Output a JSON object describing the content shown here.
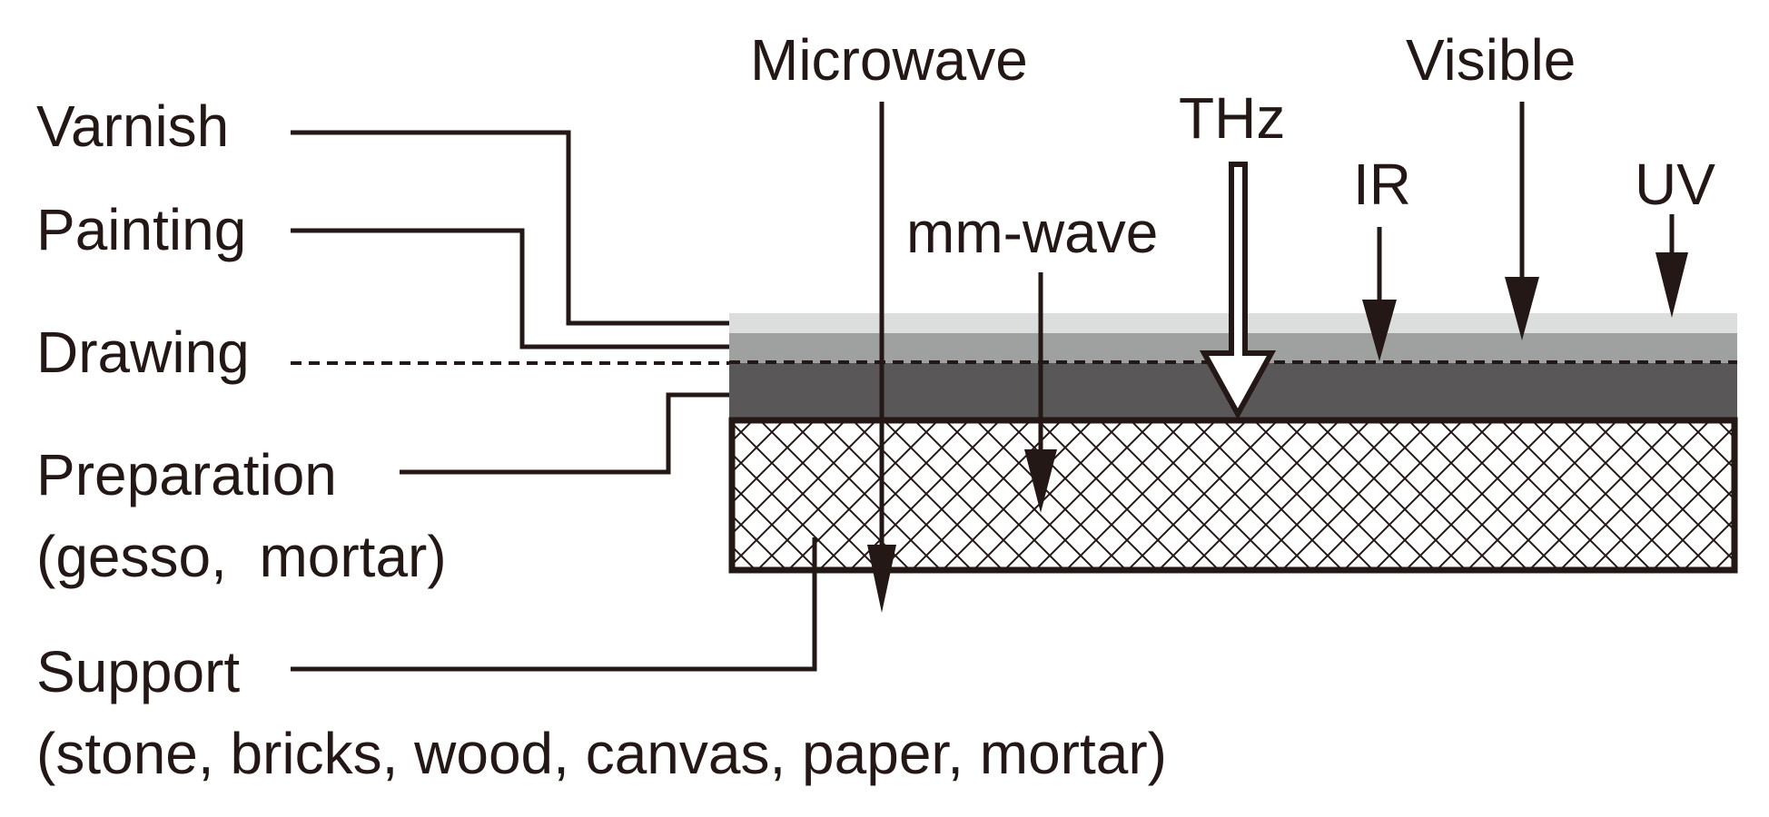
{
  "layer_labels": {
    "varnish": "Varnish",
    "painting": "Painting",
    "drawing": "Drawing",
    "preparation": "Preparation",
    "preparation_detail": "(gesso,  mortar)",
    "support": "Support",
    "support_detail": "(stone, bricks, wood, canvas, paper, mortar)"
  },
  "waves": {
    "microwave": "Microwave",
    "mm_wave": "mm-wave",
    "thz": "THz",
    "ir": "IR",
    "visible": "Visible",
    "uv": "UV"
  },
  "colors": {
    "ink": "#231815",
    "varnish_layer": "#dcdddd",
    "painting_layer": "#9fa0a0",
    "preparation_layer": "#595757",
    "support_fill": "#ffffff"
  }
}
